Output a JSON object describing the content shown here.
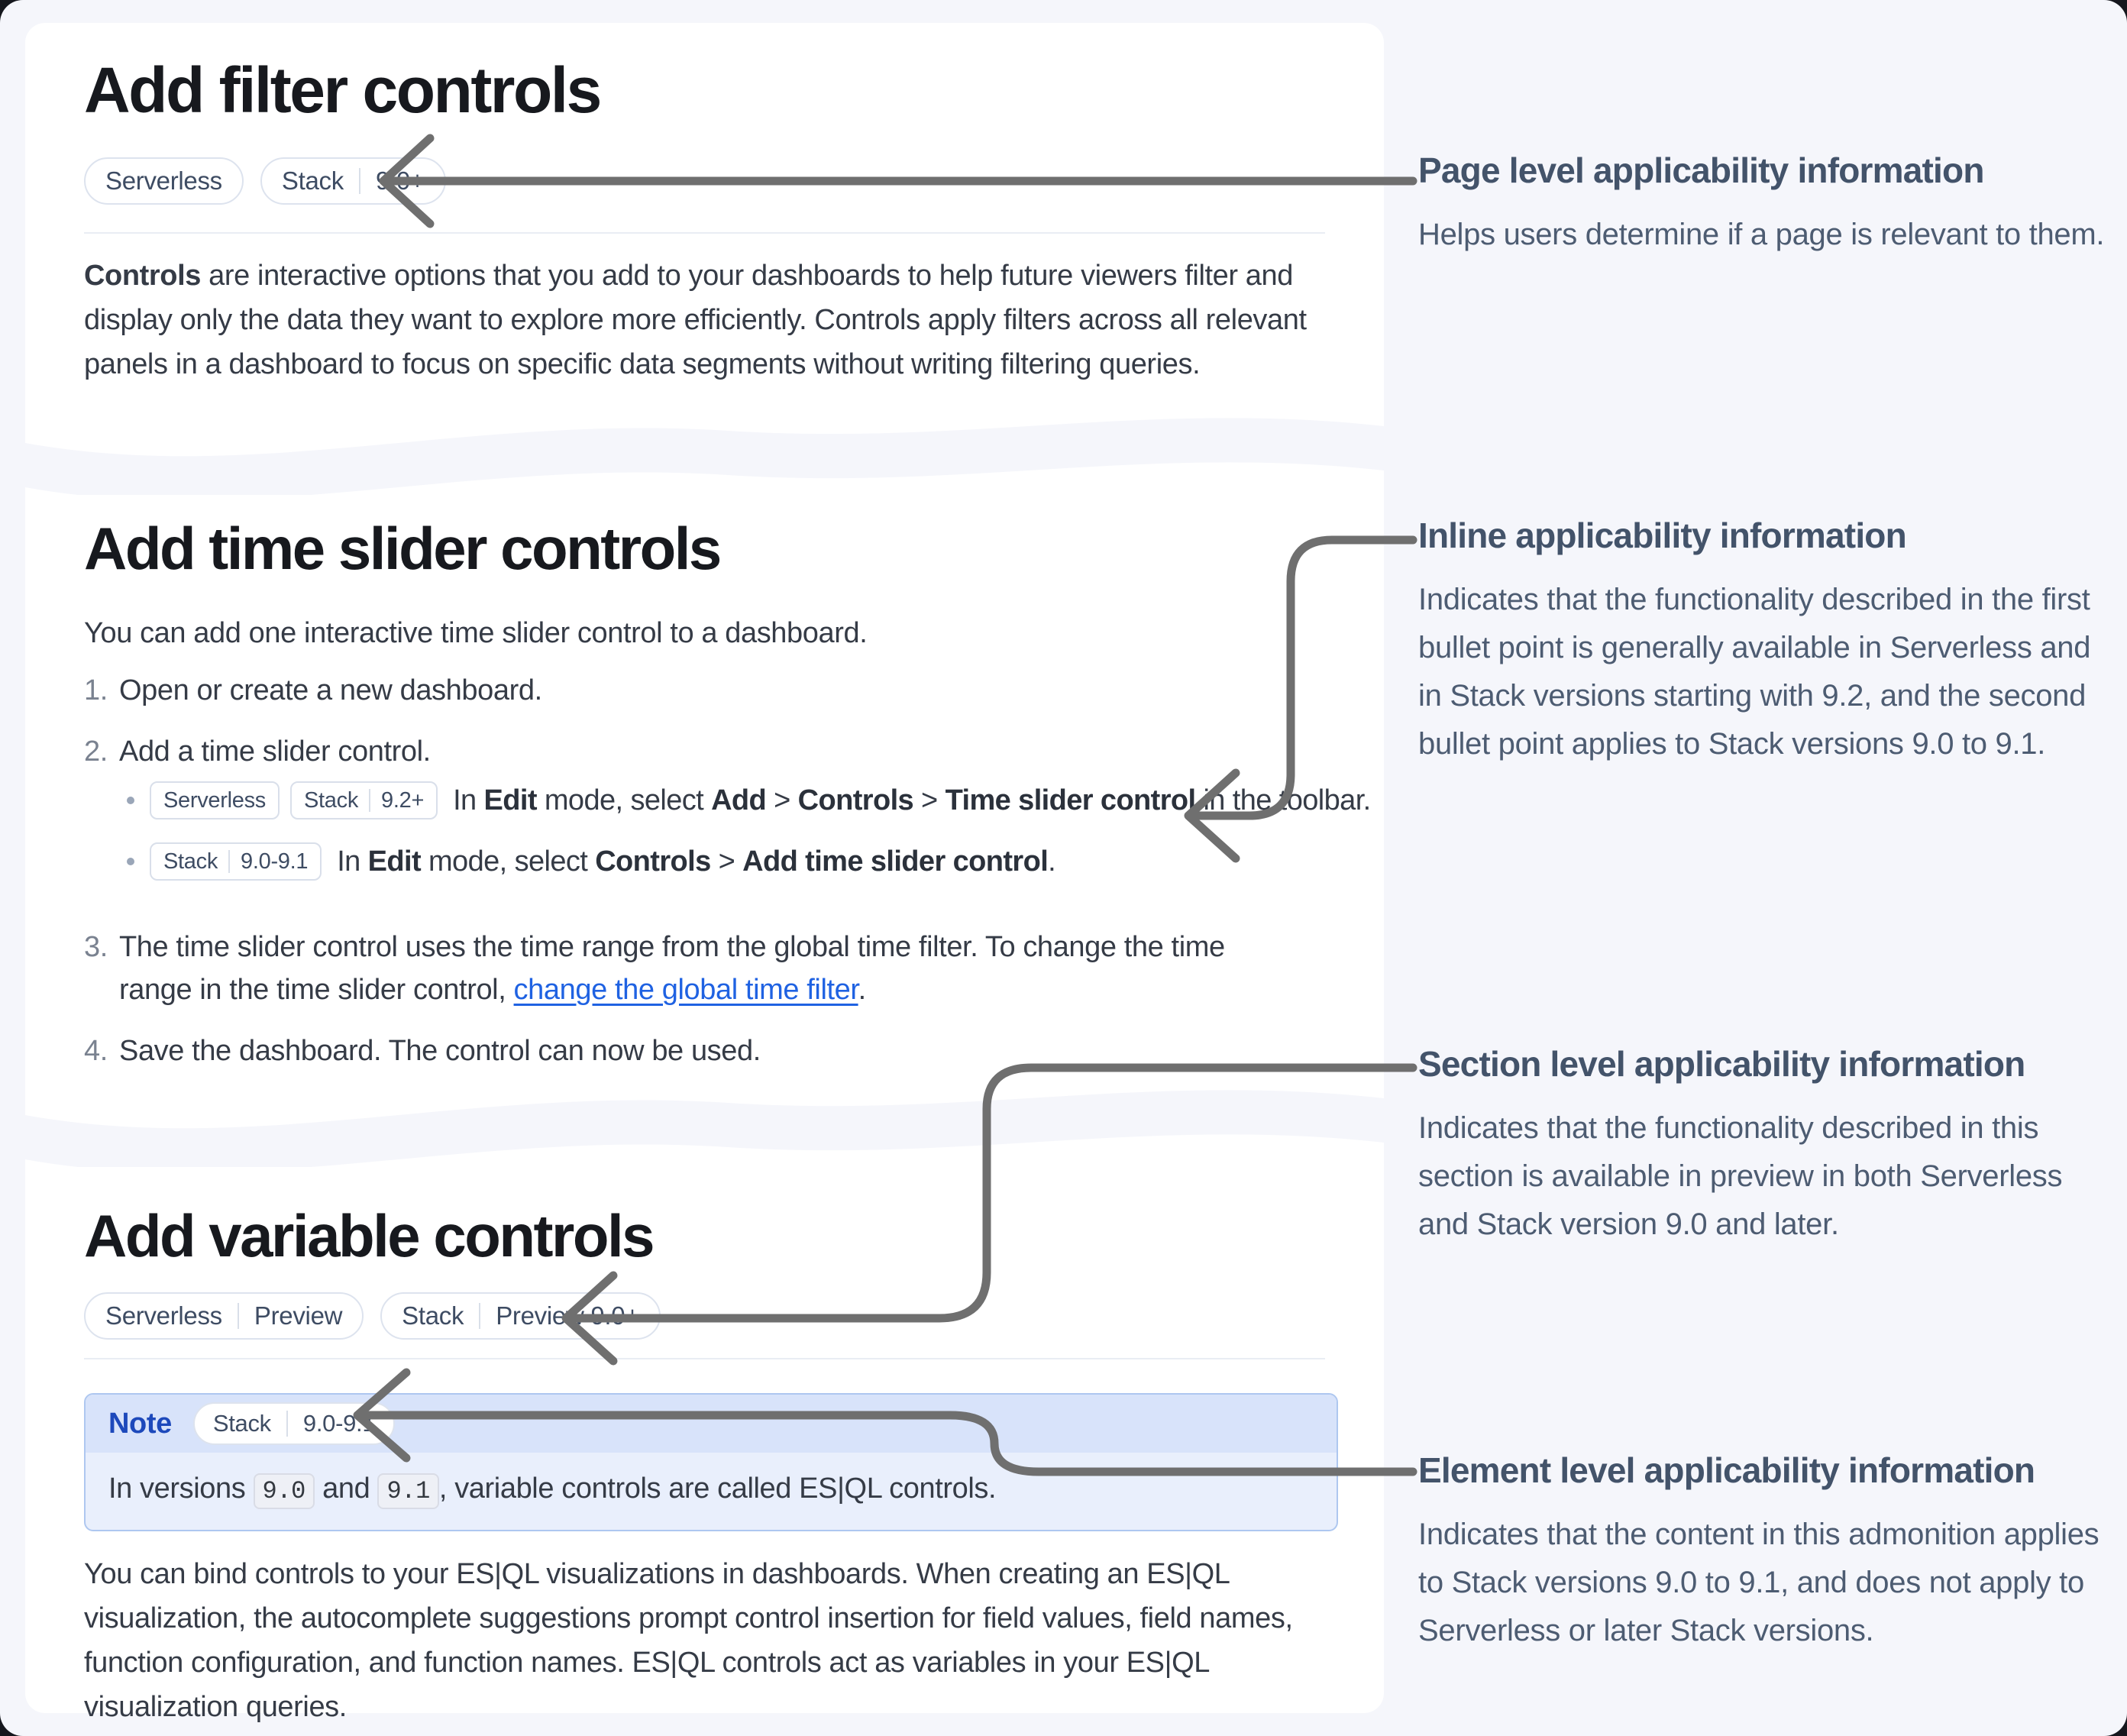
{
  "colors": {
    "page_bg": "#f5f6fb",
    "card_bg": "#ffffff",
    "heading": "#17191e",
    "body_text": "#353b46",
    "annotation_heading": "#43536a",
    "annotation_body": "#4d5c72",
    "arrow": "#6f6f6f",
    "note_border": "#aec7f0",
    "note_header_bg": "#d8e3fa",
    "note_body_bg": "#e9effc",
    "note_label": "#1d49bb",
    "link": "#1f62e2",
    "badge_border": "#dde3ee",
    "badge_text": "#3e4c63"
  },
  "sections": {
    "filter": {
      "title": "Add filter controls",
      "badges": [
        {
          "parts": [
            "Serverless"
          ]
        },
        {
          "parts": [
            "Stack",
            "9.0+"
          ]
        }
      ],
      "paragraph": [
        {
          "b": "Controls"
        },
        {
          "t": " are interactive options that you add to your dashboards to help future viewers filter and display only the data they want to explore more efficiently. Controls apply filters across all relevant panels in a dashboard to focus on specific data segments without writing filtering queries."
        }
      ]
    },
    "time": {
      "title": "Add time slider controls",
      "intro": "You can add one interactive time slider control to a dashboard.",
      "steps": [
        {
          "num": "1.",
          "segments": [
            {
              "t": "Open or create a new dashboard."
            }
          ]
        },
        {
          "num": "2.",
          "segments": [
            {
              "t": "Add a time slider control."
            }
          ],
          "bullets": [
            {
              "badges": [
                {
                  "parts": [
                    "Serverless"
                  ]
                },
                {
                  "parts": [
                    "Stack",
                    "9.2+"
                  ]
                }
              ],
              "segments": [
                {
                  "t": "In "
                },
                {
                  "b": "Edit"
                },
                {
                  "t": " mode, select "
                },
                {
                  "b": "Add"
                },
                {
                  "t": " > "
                },
                {
                  "b": "Controls"
                },
                {
                  "t": " > "
                },
                {
                  "b": "Time slider control"
                },
                {
                  "t": " in the toolbar."
                }
              ]
            },
            {
              "badges": [
                {
                  "parts": [
                    "Stack",
                    "9.0-9.1"
                  ]
                }
              ],
              "segments": [
                {
                  "t": "In "
                },
                {
                  "b": "Edit"
                },
                {
                  "t": " mode, select "
                },
                {
                  "b": "Controls"
                },
                {
                  "t": " > "
                },
                {
                  "b": "Add time slider control"
                },
                {
                  "t": "."
                }
              ]
            }
          ]
        },
        {
          "num": "3.",
          "segments": [
            {
              "t": "The time slider control uses the time range from the global time filter. To change the time range in the time slider control, "
            },
            {
              "link": "change the global time filter"
            },
            {
              "t": "."
            }
          ]
        },
        {
          "num": "4.",
          "segments": [
            {
              "t": "Save the dashboard. The control can now be used."
            }
          ]
        }
      ]
    },
    "variable": {
      "title": "Add variable controls",
      "badges": [
        {
          "parts": [
            "Serverless",
            "Preview"
          ]
        },
        {
          "parts": [
            "Stack",
            "Preview 9.0+"
          ]
        }
      ],
      "note": {
        "label": "Note",
        "badges": [
          {
            "parts": [
              "Stack",
              "9.0-9.1"
            ]
          }
        ],
        "segments": [
          {
            "t": "In versions "
          },
          {
            "code": "9.0"
          },
          {
            "t": " and "
          },
          {
            "code": "9.1"
          },
          {
            "t": ", variable controls are called ES|QL controls."
          }
        ]
      },
      "paragraph": "You can bind controls to your ES|QL visualizations in dashboards. When creating an ES|QL visualization, the autocomplete suggestions prompt control insertion for field values, field names, function configuration, and function names. ES|QL controls act as variables in your ES|QL visualization queries."
    }
  },
  "annotations": [
    {
      "title": "Page level applicability information",
      "body": "Helps users determine if a page is relevant to them."
    },
    {
      "title": "Inline applicability information",
      "body": "Indicates that the functionality described in the first bullet point is generally available in Serverless and in Stack versions starting with 9.2, and the second bullet point applies to Stack versions 9.0 to 9.1."
    },
    {
      "title": "Section level applicability information",
      "body": "Indicates that the functionality described in this section is available in preview in both Serverless and Stack version 9.0 and later."
    },
    {
      "title": "Element level applicability information",
      "body": "Indicates that the content in this admonition applies to Stack versions 9.0 to 9.1, and does not apply to Serverless or later Stack versions."
    }
  ]
}
